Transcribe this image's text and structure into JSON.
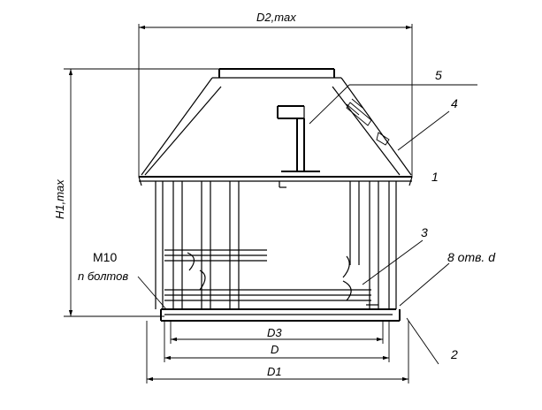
{
  "dimensions": {
    "d2_max": "D2,max",
    "h1_max": "H1,max",
    "d3": "D3",
    "d": "D",
    "d1": "D1"
  },
  "callouts": {
    "c1": "1",
    "c2": "2",
    "c3": "3",
    "c4": "4",
    "c5": "5"
  },
  "notes": {
    "bolt": "M10",
    "bolt_count": "n болтов",
    "holes": "8 отв. d"
  }
}
